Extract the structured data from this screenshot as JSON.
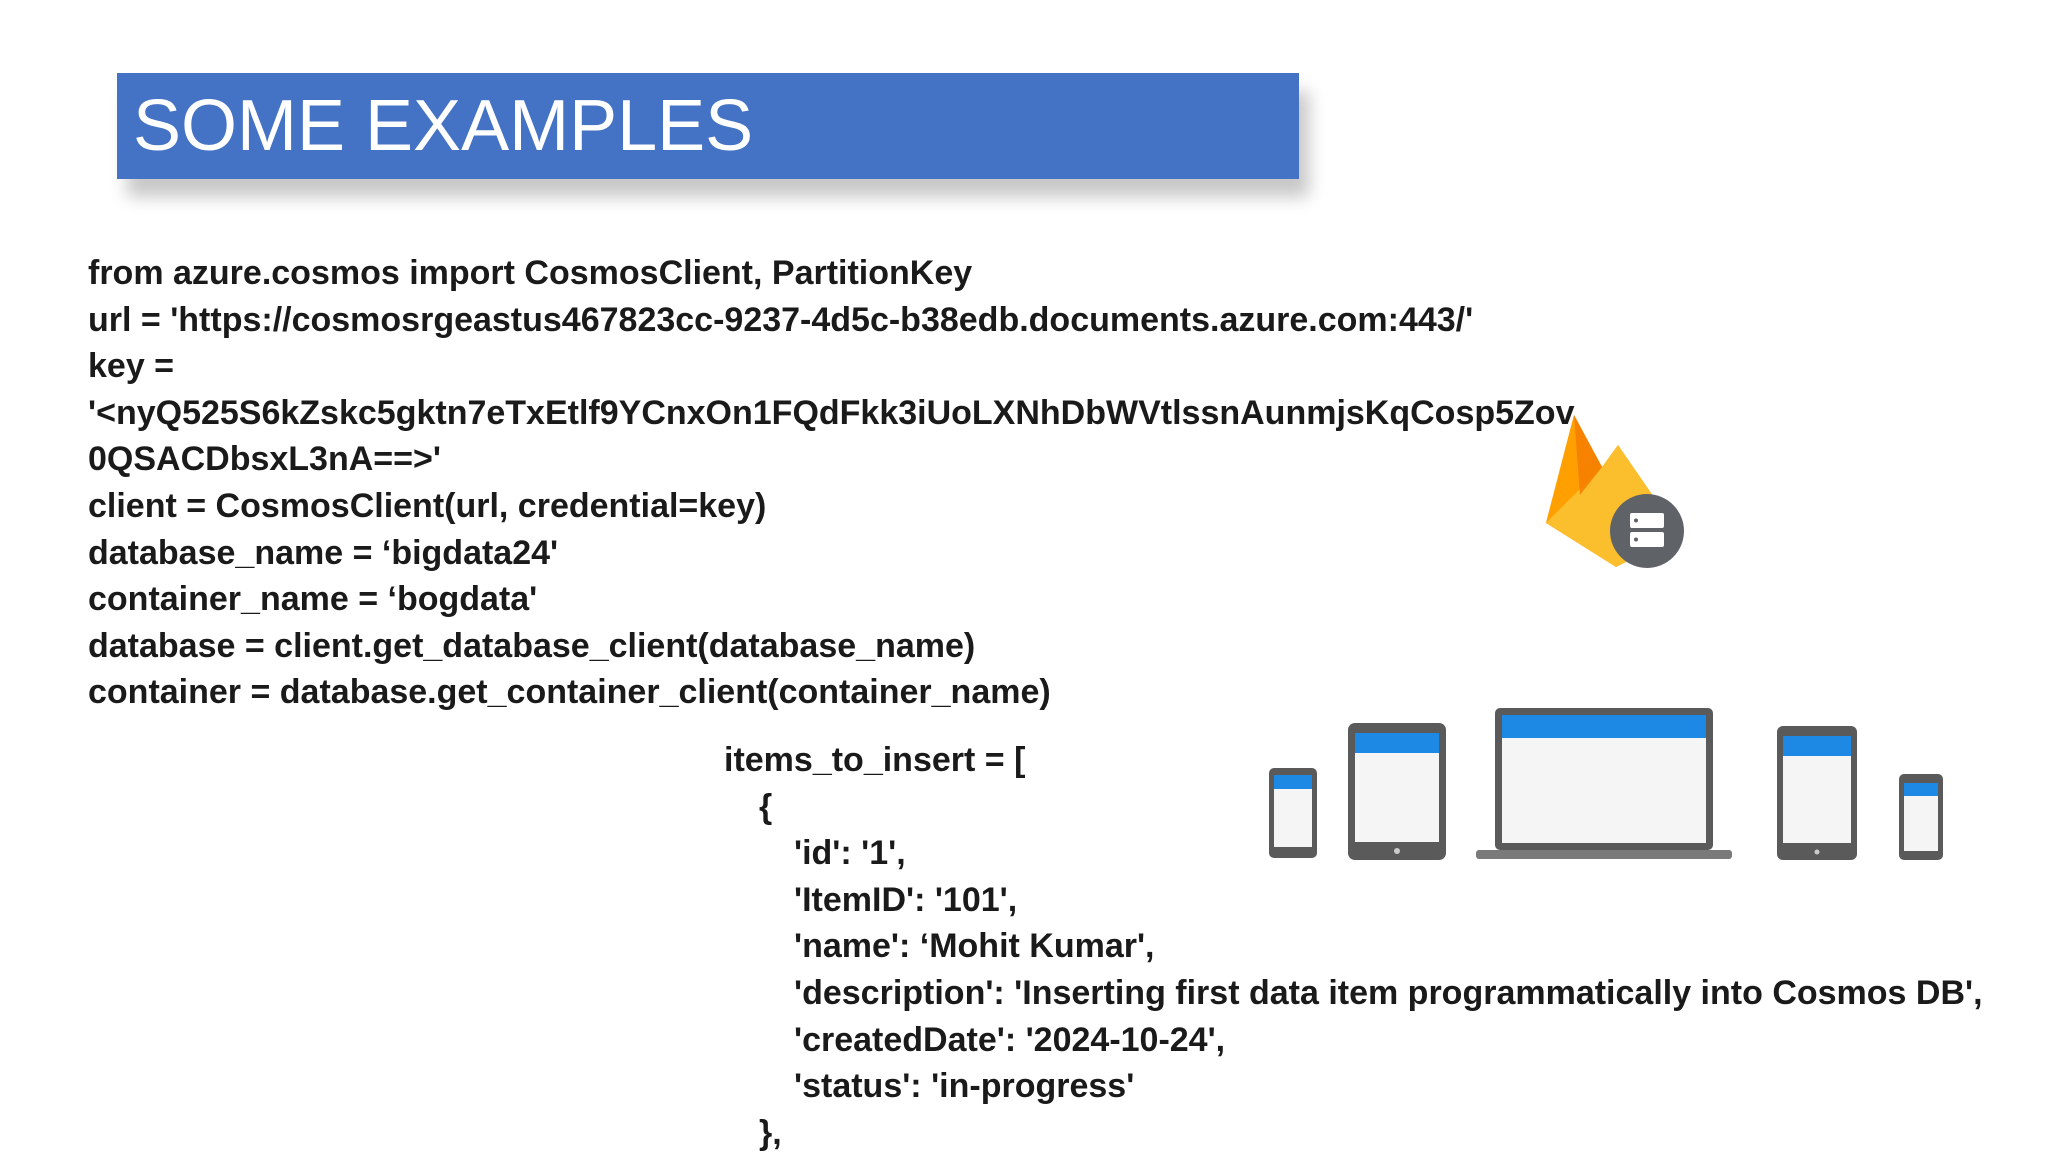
{
  "title": "SOME EXAMPLES",
  "code_lines": [
    "from azure.cosmos import CosmosClient, PartitionKey",
    "url = 'https://cosmosrgeastus467823cc-9237-4d5c-b38edb.documents.azure.com:443/'",
    "key =",
    "'<nyQ525S6kZskc5gktn7eTxEtlf9YCnxOn1FQdFkk3iUoLXNhDbWVtlssnAunmjsKqCosp5Zov",
    "0QSACDbsxL3nA==>'",
    "client = CosmosClient(url, credential=key)",
    "database_name = ‘bigdata24'",
    "container_name = ‘bogdata'",
    "database = client.get_database_client(database_name)",
    "container = database.get_container_client(container_name)"
  ],
  "items_lines": {
    "open": "items_to_insert = [",
    "brace_open": "{",
    "fields": [
      "'id': '1',",
      "'ItemID': '101',",
      "'name': ‘Mohit Kumar',",
      "'description': 'Inserting first data item programmatically into Cosmos DB',",
      "'createdDate': '2024-10-24',",
      "'status': 'in-progress'"
    ],
    "brace_close": "},"
  },
  "icons": {
    "logo": "firebase-flame-database-icon",
    "devices": "responsive-devices-illustration"
  },
  "colors": {
    "title_banner": "#4472c4",
    "title_text": "#ffffff",
    "code_text": "#1a1a1a",
    "device_screen_header": "#1e88e5",
    "device_frame": "#555555"
  }
}
